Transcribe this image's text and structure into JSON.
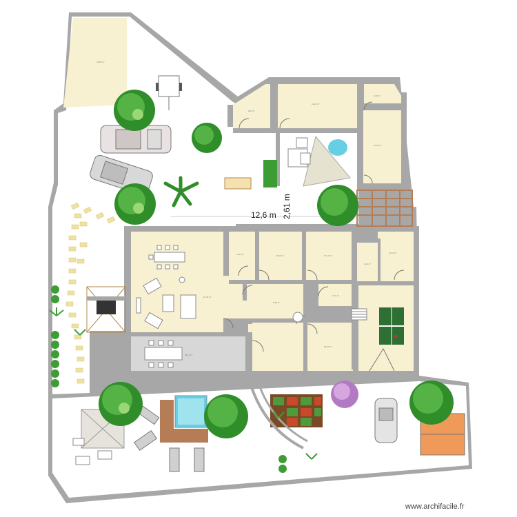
{
  "dimensions": {
    "length_label": "12,6 m",
    "width_label": "2,61 m"
  },
  "watermark": "www.archifacile.fr",
  "colors": {
    "wall": "#a7a7a7",
    "room": "#f7f1d2",
    "room_grey": "#d7d7d7",
    "tree": "#2f8d2a",
    "grass": "#3e9c35",
    "path_tile": "#efe2a0",
    "pergola": "#b57d55",
    "terracotta": "#ef9a58",
    "pool_water": "#67cfe4"
  },
  "room_labels": [
    {
      "id": "garage-top-left",
      "text": "38.66 m²"
    },
    {
      "id": "cellar-small",
      "text": "8.03 m²"
    },
    {
      "id": "bedroom-top",
      "text": "16.21 m²"
    },
    {
      "id": "storage-top-right",
      "text": "5.24 m²"
    },
    {
      "id": "bathroom-right",
      "text": "14.05 m²"
    },
    {
      "id": "room-a",
      "text": "8.11 m²"
    },
    {
      "id": "room-b",
      "text": "12.90 m²"
    },
    {
      "id": "room-c",
      "text": "13.12 m²"
    },
    {
      "id": "room-d",
      "text": "2.22 m²"
    },
    {
      "id": "room-e",
      "text": "11.14 m²"
    },
    {
      "id": "living-room",
      "text": "67.34 m²"
    },
    {
      "id": "hall",
      "text": "8.08 m²"
    },
    {
      "id": "wc",
      "text": "2.71 m²"
    },
    {
      "id": "bedroom-bottom",
      "text": "18.07 m²"
    },
    {
      "id": "veranda",
      "text": "26.14 m²"
    }
  ]
}
